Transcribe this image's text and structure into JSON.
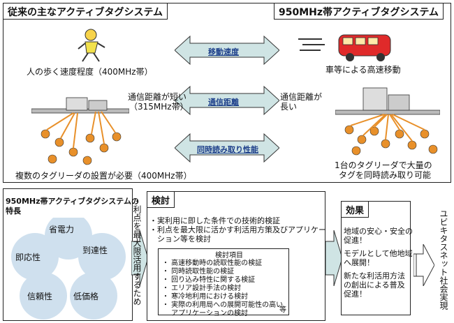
{
  "top": {
    "left_title": "従来の主なアクティブタグシステム",
    "right_title": "950MHz帯アクティブタグシステム",
    "left_walk": "人の歩く速度程度（400MHz帯）",
    "right_car": "車等による高速移動",
    "comm_short_line1": "通信距離が短い",
    "comm_short_line2": "（315MHz帯）",
    "comm_long_line1": "通信距離が",
    "comm_long_line2": "長い",
    "left_readers": "複数のタグリーダの設置が必要（400MHz帯）",
    "right_readers_line1": "1台のタグリーダで大量の",
    "right_readers_line2": "タグを同時読み取り可能",
    "arrows": [
      {
        "label": "移動速度"
      },
      {
        "label": "通信距離"
      },
      {
        "label": "同時読み取り性能"
      }
    ]
  },
  "features": {
    "title_line1": "950MHz帯アクティブタグシステムの",
    "title_line2": "特長",
    "items": [
      "省電力",
      "到達性",
      "即応性",
      "信頼性",
      "低価格"
    ]
  },
  "vertical_text": "・利点を最大限活用するため",
  "study": {
    "title": "検討",
    "bullets": [
      "・実利用に即した条件での技術的検証",
      "・利点を最大限に活かす利活用方策及びアプリケー",
      "　ション等を検討"
    ],
    "inner_title": "検討項目",
    "inner_items": [
      "・ 高速移動時の読取性能の検証",
      "・ 同時読取性能の検証",
      "・ 回り込み特性に関する検証",
      "・ エリア設計手法の検討",
      "・ 寒冷地利用における検討",
      "・ 実際の利用局への展開可能性の高い",
      "　 アプリケーションの検討"
    ],
    "inner_etc": "等"
  },
  "effect": {
    "title": "効果",
    "lines": [
      "地域の安心・安全の",
      "促進！",
      "",
      "モデルとして他地域",
      "へ展開！",
      "",
      "新たな利活用方法",
      "の創出による普及",
      "促進！"
    ]
  },
  "final_vertical": "ユビキタスネット社会実現",
  "colors": {
    "arrow_fill": "#cfe4e4",
    "arrow_label": "#1d3f8a",
    "figure_orange": "#e8902a"
  }
}
